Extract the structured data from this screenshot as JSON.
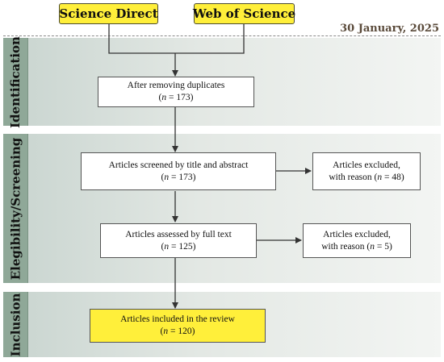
{
  "sources": [
    {
      "label": "Science Direct"
    },
    {
      "label": "Web of Science"
    }
  ],
  "date": "30 January, 2025",
  "phases": {
    "identification": "Identification",
    "screening": "Elegibility/Screening",
    "inclusion": "Inclusion"
  },
  "boxes": {
    "duplicates": {
      "text": "After removing duplicates",
      "n_prefix": "(",
      "n_var": "n",
      "n_value": " = 173)"
    },
    "screened": {
      "text": "Articles screened by title and abstract",
      "n_prefix": "(",
      "n_var": "n",
      "n_value": " = 173)"
    },
    "excluded1": {
      "text": "Articles excluded,",
      "reason_prefix": "with reason (",
      "n_var": "n",
      "n_value": " = 48)"
    },
    "fulltext": {
      "text": "Articles assessed by full text",
      "n_prefix": "(",
      "n_var": "n",
      "n_value": " = 125)"
    },
    "excluded2": {
      "text": "Articles excluded,",
      "reason_prefix": "with reason (",
      "n_var": "n",
      "n_value": " = 5)"
    },
    "included": {
      "text": "Articles included in the review",
      "n_prefix": "(",
      "n_var": "n",
      "n_value": " = 120)"
    }
  },
  "colors": {
    "source_fill": "#ffef3a",
    "phase_label_fill": "#8fa898",
    "date_text": "#5a4a3a"
  }
}
